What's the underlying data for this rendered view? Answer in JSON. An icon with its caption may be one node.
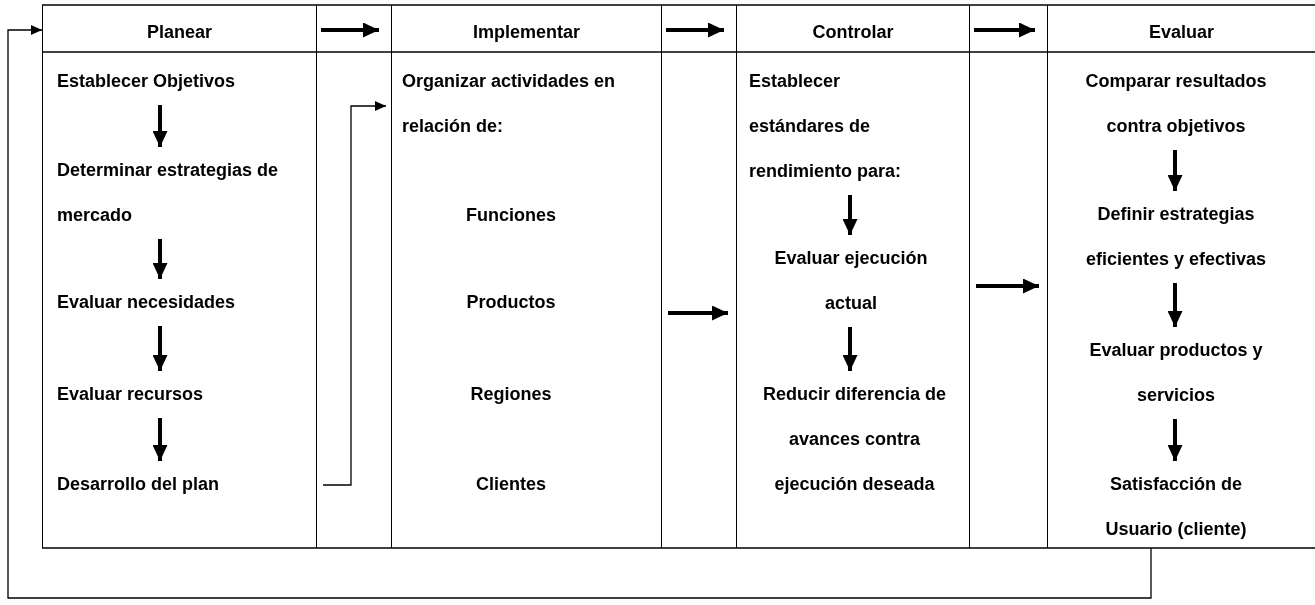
{
  "diagram": {
    "nodes": [
      {
        "text": [
          "Planear"
        ]
      },
      {
        "text": [
          "Implementar"
        ]
      },
      {
        "text": [
          "Controlar"
        ]
      },
      {
        "text": [
          "Evaluar"
        ]
      },
      {
        "text": [],
        "shape": "box"
      },
      {
        "text": [],
        "shape": "box"
      },
      {
        "text": [],
        "shape": "box"
      },
      {
        "text": [],
        "shape": "box"
      },
      {
        "text": [
          "Establecer Objetivos"
        ],
        "in": 4
      },
      {
        "text": [
          "Determinar estrategias de mercado"
        ],
        "in": 4
      },
      {
        "text": [
          "Evaluar necesidades"
        ],
        "in": 4
      },
      {
        "text": [
          "Evaluar recursos"
        ],
        "in": 4
      },
      {
        "text": [
          "Desarrollo del plan"
        ],
        "in": 4
      },
      {
        "text": [
          "Organizar actividades en relación de:"
        ],
        "in": 5
      },
      {
        "text": [
          "Funciones"
        ],
        "in": 5
      },
      {
        "text": [
          "Productos"
        ],
        "in": 5
      },
      {
        "text": [
          "Regiones"
        ],
        "in": 5
      },
      {
        "text": [
          "Clientes"
        ],
        "in": 5
      },
      {
        "text": [
          "Establecer estándares de rendimiento para:"
        ],
        "in": 6
      },
      {
        "text": [
          "Evaluar ejecución actual"
        ],
        "in": 6
      },
      {
        "text": [
          "Reducir diferencia de avances contra ejecución deseada"
        ],
        "in": 6
      },
      {
        "text": [
          "Comparar resultados contra objetivos"
        ],
        "in": 7
      },
      {
        "text": [
          "Definir estrategias eficientes y efectivas"
        ],
        "in": 7
      },
      {
        "text": [
          "Evaluar productos y servicios"
        ],
        "in": 7
      },
      {
        "text": [
          "Satisfacción de Usuario (cliente)"
        ],
        "in": 7
      }
    ],
    "edges": [
      {
        "from": 0,
        "to": 1,
        "arrow": "to"
      },
      {
        "from": 1,
        "to": 2,
        "arrow": "to"
      },
      {
        "from": 2,
        "to": 3,
        "arrow": "to"
      },
      {
        "from": 8,
        "to": 9,
        "arrow": "to"
      },
      {
        "from": 9,
        "to": 10,
        "arrow": "to"
      },
      {
        "from": 10,
        "to": 11,
        "arrow": "to"
      },
      {
        "from": 11,
        "to": 12,
        "arrow": "to"
      },
      {
        "from": 12,
        "to": 5,
        "arrow": "to"
      },
      {
        "from": 5,
        "to": 6,
        "arrow": "to"
      },
      {
        "from": 18,
        "to": 19,
        "arrow": "to"
      },
      {
        "from": 19,
        "to": 20,
        "arrow": "to"
      },
      {
        "from": 6,
        "to": 7,
        "arrow": "to"
      },
      {
        "from": 21,
        "to": 22,
        "arrow": "to"
      },
      {
        "from": 22,
        "to": 23,
        "arrow": "to"
      },
      {
        "from": 23,
        "to": 24,
        "arrow": "to"
      },
      {
        "from": 7,
        "to": 0,
        "arrow": "to"
      }
    ]
  }
}
